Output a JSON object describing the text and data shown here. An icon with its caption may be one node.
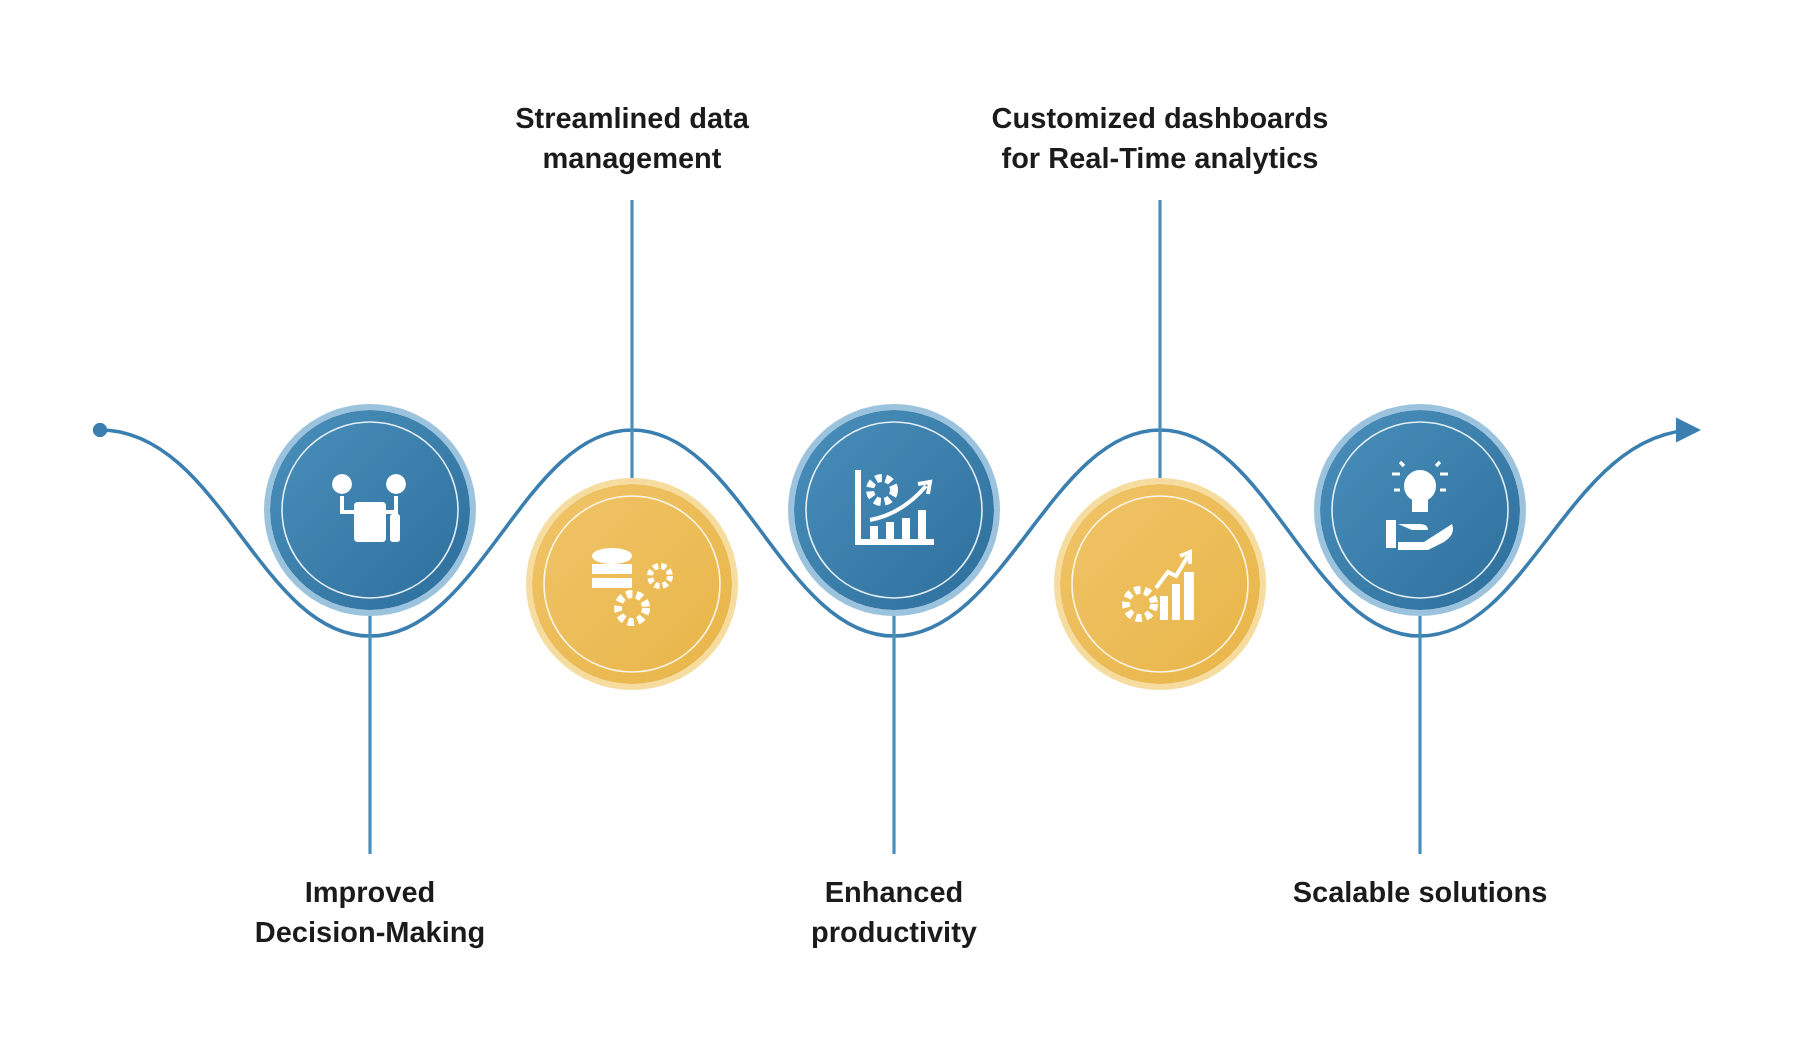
{
  "diagram": {
    "nodes": [
      {
        "text": [],
        "shape": "circle"
      },
      {
        "text": [],
        "shape": "circle"
      },
      {
        "text": [],
        "shape": "circle"
      },
      {
        "text": [],
        "shape": "circle"
      },
      {
        "text": [],
        "shape": "circle"
      },
      {
        "text": [
          "Streamlined data management"
        ]
      },
      {
        "text": [
          "Customized dashboards for Real-Time analytics"
        ]
      },
      {
        "text": [
          "Improved Decision-Making"
        ]
      },
      {
        "text": [
          "Enhanced productivity"
        ]
      },
      {
        "text": [
          "Scalable solutions"
        ]
      }
    ],
    "edges": [
      {
        "from": 5,
        "to": 1,
        "arrow": "none"
      },
      {
        "from": 6,
        "to": 3,
        "arrow": "none"
      },
      {
        "from": 7,
        "to": 0,
        "arrow": "none"
      },
      {
        "from": 8,
        "to": 2,
        "arrow": "none"
      },
      {
        "from": 9,
        "to": 4,
        "arrow": "none"
      }
    ]
  }
}
